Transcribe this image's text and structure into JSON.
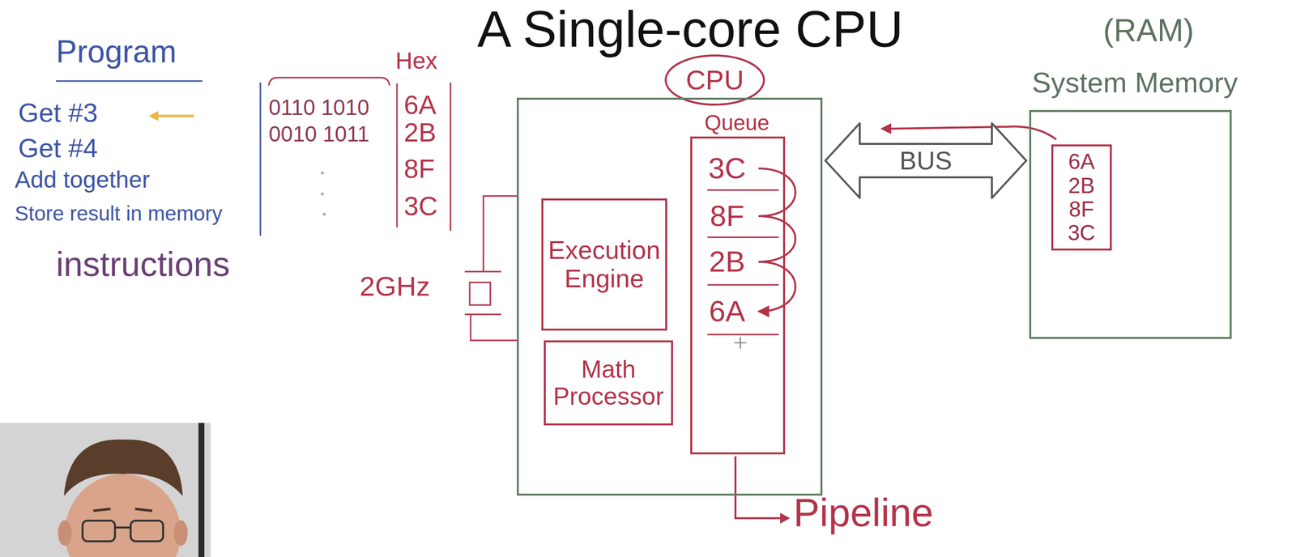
{
  "diagram": {
    "title": "A Single-core CPU",
    "nodes": [
      {
        "text": [
          "CPU"
        ]
      },
      {
        "text": [
          "Queue"
        ],
        "in": 0
      },
      {
        "text": [
          "3C"
        ],
        "in": 1
      },
      {
        "text": [
          "8F"
        ],
        "in": 1
      },
      {
        "text": [
          "2B"
        ],
        "in": 1
      },
      {
        "text": [
          "6A"
        ],
        "in": 1
      },
      {
        "text": [
          "Execution Engine"
        ],
        "in": 0
      },
      {
        "text": [
          "Math Processor"
        ],
        "in": 0
      },
      {
        "text": [
          "(RAM)",
          "System Memory"
        ]
      },
      {
        "text": [
          "6A",
          "2B",
          "8F",
          "3C"
        ],
        "in": 8
      }
    ],
    "edges": [
      {
        "from": 0,
        "to": 8,
        "label": "BUS",
        "arrow": "both"
      },
      {
        "from": 2,
        "to": 3,
        "arrow": "none"
      },
      {
        "from": 3,
        "to": 4,
        "arrow": "none"
      },
      {
        "from": 4,
        "to": 5,
        "arrow": "to"
      }
    ],
    "labels": [
      "Program",
      "Get #3",
      "Get #4",
      "Add together",
      "Store result in memory",
      "instructions",
      "0110 1010",
      "0010 1011",
      "Hex",
      "6A",
      "2B",
      "8F",
      "3C",
      "2GHz",
      "Pipeline"
    ]
  }
}
